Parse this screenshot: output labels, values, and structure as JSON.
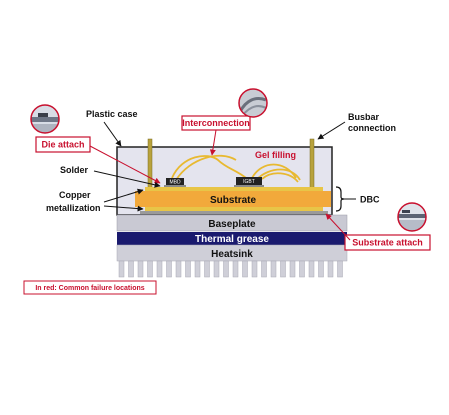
{
  "labels": {
    "plastic_case": "Plastic case",
    "interconnection": "Interconnection",
    "busbar_line1": "Busbar",
    "busbar_line2": "connection",
    "die_attach": "Die attach",
    "solder": "Solder",
    "gel_filling": "Gel filling",
    "copper_line1": "Copper",
    "copper_line2": "metallization",
    "dbc": "DBC",
    "substrate": "Substrate",
    "baseplate": "Baseplate",
    "thermal_grease": "Thermal grease",
    "heatsink": "Heatsink",
    "substrate_attach": "Substrate attach",
    "chip_mbd": "MBD",
    "chip_igbt": "IGBT",
    "legend_note": "In red: Common failure locations"
  },
  "colors": {
    "failure_red": "#c8102e",
    "substrate_orange": "#f2a93b",
    "copper_yellow": "#e8c547",
    "baseplate_gray": "#c9c9d3",
    "thermal_grease_navy": "#1a1a6e",
    "heatsink_gray": "#cfcfd8",
    "case_fill": "#e4e4ee"
  },
  "icons": [
    "die-attach-micrograph-icon",
    "interconnection-micrograph-icon",
    "substrate-attach-micrograph-icon"
  ]
}
